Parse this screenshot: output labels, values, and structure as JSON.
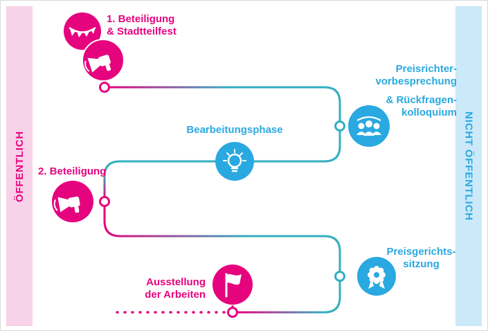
{
  "bands": {
    "left": {
      "label": "ÖFFENTLICH"
    },
    "right": {
      "label": "NICHT ÖFFENTLICH"
    }
  },
  "steps": {
    "participation1": {
      "line1": "1. Beteiligung",
      "line2": "& Stadtteilfest"
    },
    "jury_briefing": {
      "line1": "Preisrichter-",
      "line2": "vorbesprechung",
      "line3": "& Rückfragen-",
      "line4": "kolloquium"
    },
    "work_phase": {
      "label": "Bearbeitungsphase"
    },
    "participation2": {
      "label": "2. Beteiligung"
    },
    "jury_session": {
      "line1": "Preisgerichts-",
      "line2": "sitzung"
    },
    "exhibition": {
      "line1": "Ausstellung",
      "line2": "der Arbeiten"
    }
  },
  "icons": {
    "participation1": [
      "garland-icon",
      "megaphone-icon"
    ],
    "jury_briefing": "jury-people-icon",
    "work_phase": "lightbulb-icon",
    "participation2": "megaphone-icon",
    "jury_session": "award-rosette-icon",
    "exhibition": "flag-icon"
  },
  "colors": {
    "pink": "#E5047E",
    "blue": "#29A9E0",
    "teal": "#33AFC0",
    "band_pink_bg": "#F8D2E8",
    "band_blue_bg": "#CBE9F8"
  }
}
